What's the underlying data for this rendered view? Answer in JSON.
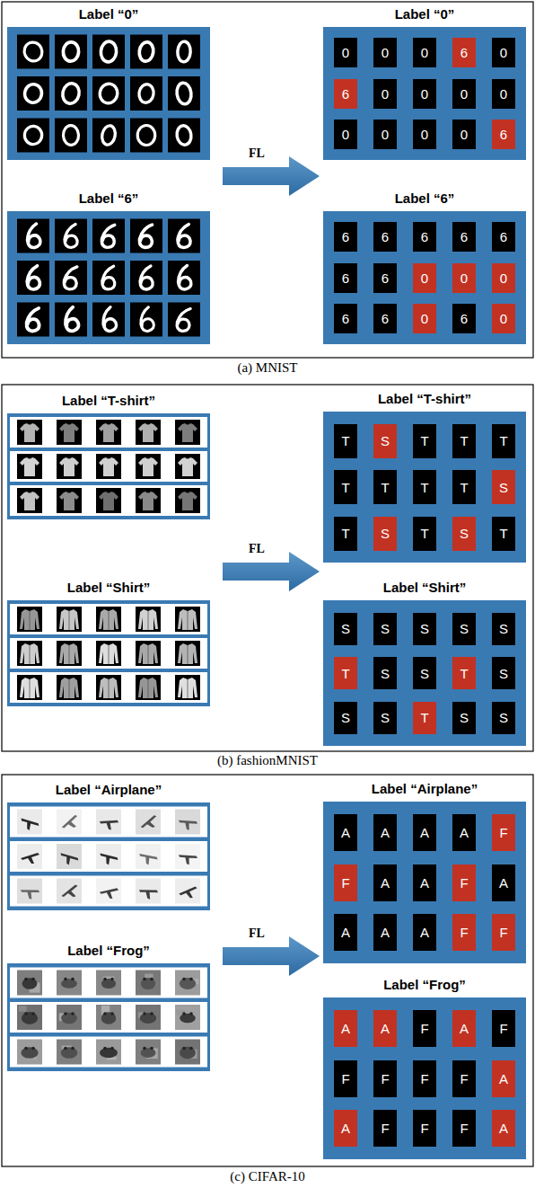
{
  "diagram": {
    "nodes": [
      {
        "text": [
          "Label “0”"
        ]
      },
      {
        "text": [
          "Label “0”"
        ]
      },
      {
        "text": [
          "0"
        ],
        "in": 1
      },
      {
        "text": [
          "0"
        ],
        "in": 1
      },
      {
        "text": [
          "0"
        ],
        "in": 1
      },
      {
        "text": [
          "6"
        ],
        "in": 1
      },
      {
        "text": [
          "0"
        ],
        "in": 1
      },
      {
        "text": [
          "6"
        ],
        "in": 1
      },
      {
        "text": [
          "0"
        ],
        "in": 1
      },
      {
        "text": [
          "0"
        ],
        "in": 1
      },
      {
        "text": [
          "0"
        ],
        "in": 1
      },
      {
        "text": [
          "0"
        ],
        "in": 1
      },
      {
        "text": [
          "0"
        ],
        "in": 1
      },
      {
        "text": [
          "0"
        ],
        "in": 1
      },
      {
        "text": [
          "0"
        ],
        "in": 1
      },
      {
        "text": [
          "0"
        ],
        "in": 1
      },
      {
        "text": [
          "6"
        ],
        "in": 1
      },
      {
        "text": [
          "Label “6”"
        ]
      },
      {
        "text": [
          "Label “6”"
        ]
      },
      {
        "text": [
          "6"
        ],
        "in": 18
      },
      {
        "text": [
          "6"
        ],
        "in": 18
      },
      {
        "text": [
          "6"
        ],
        "in": 18
      },
      {
        "text": [
          "6"
        ],
        "in": 18
      },
      {
        "text": [
          "6"
        ],
        "in": 18
      },
      {
        "text": [
          "6"
        ],
        "in": 18
      },
      {
        "text": [
          "6"
        ],
        "in": 18
      },
      {
        "text": [
          "0"
        ],
        "in": 18
      },
      {
        "text": [
          "0"
        ],
        "in": 18
      },
      {
        "text": [
          "0"
        ],
        "in": 18
      },
      {
        "text": [
          "6"
        ],
        "in": 18
      },
      {
        "text": [
          "6"
        ],
        "in": 18
      },
      {
        "text": [
          "0"
        ],
        "in": 18
      },
      {
        "text": [
          "6"
        ],
        "in": 18
      },
      {
        "text": [
          "0"
        ],
        "in": 18
      },
      {
        "text": [
          "Label “T-shirt”"
        ]
      },
      {
        "text": [
          "Label “T-shirt”"
        ]
      },
      {
        "text": [
          "T"
        ],
        "in": 35
      },
      {
        "text": [
          "S"
        ],
        "in": 35
      },
      {
        "text": [
          "T"
        ],
        "in": 35
      },
      {
        "text": [
          "T"
        ],
        "in": 35
      },
      {
        "text": [
          "T"
        ],
        "in": 35
      },
      {
        "text": [
          "T"
        ],
        "in": 35
      },
      {
        "text": [
          "T"
        ],
        "in": 35
      },
      {
        "text": [
          "T"
        ],
        "in": 35
      },
      {
        "text": [
          "T"
        ],
        "in": 35
      },
      {
        "text": [
          "S"
        ],
        "in": 35
      },
      {
        "text": [
          "T"
        ],
        "in": 35
      },
      {
        "text": [
          "S"
        ],
        "in": 35
      },
      {
        "text": [
          "T"
        ],
        "in": 35
      },
      {
        "text": [
          "S"
        ],
        "in": 35
      },
      {
        "text": [
          "T"
        ],
        "in": 35
      },
      {
        "text": [
          "Label “Shirt”"
        ]
      },
      {
        "text": [
          "Label “Shirt”"
        ]
      },
      {
        "text": [
          "S"
        ],
        "in": 52
      },
      {
        "text": [
          "S"
        ],
        "in": 52
      },
      {
        "text": [
          "S"
        ],
        "in": 52
      },
      {
        "text": [
          "S"
        ],
        "in": 52
      },
      {
        "text": [
          "S"
        ],
        "in": 52
      },
      {
        "text": [
          "T"
        ],
        "in": 52
      },
      {
        "text": [
          "S"
        ],
        "in": 52
      },
      {
        "text": [
          "S"
        ],
        "in": 52
      },
      {
        "text": [
          "T"
        ],
        "in": 52
      },
      {
        "text": [
          "S"
        ],
        "in": 52
      },
      {
        "text": [
          "S"
        ],
        "in": 52
      },
      {
        "text": [
          "S"
        ],
        "in": 52
      },
      {
        "text": [
          "T"
        ],
        "in": 52
      },
      {
        "text": [
          "S"
        ],
        "in": 52
      },
      {
        "text": [
          "S"
        ],
        "in": 52
      },
      {
        "text": [
          "Label “Airplane”"
        ]
      },
      {
        "text": [
          "Label “Airplane”"
        ]
      },
      {
        "text": [
          "A"
        ],
        "in": 69
      },
      {
        "text": [
          "A"
        ],
        "in": 69
      },
      {
        "text": [
          "A"
        ],
        "in": 69
      },
      {
        "text": [
          "A"
        ],
        "in": 69
      },
      {
        "text": [
          "F"
        ],
        "in": 69
      },
      {
        "text": [
          "F"
        ],
        "in": 69
      },
      {
        "text": [
          "A"
        ],
        "in": 69
      },
      {
        "text": [
          "A"
        ],
        "in": 69
      },
      {
        "text": [
          "F"
        ],
        "in": 69
      },
      {
        "text": [
          "A"
        ],
        "in": 69
      },
      {
        "text": [
          "A"
        ],
        "in": 69
      },
      {
        "text": [
          "A"
        ],
        "in": 69
      },
      {
        "text": [
          "A"
        ],
        "in": 69
      },
      {
        "text": [
          "F"
        ],
        "in": 69
      },
      {
        "text": [
          "F"
        ],
        "in": 69
      },
      {
        "text": [
          "Label “Frog”"
        ]
      },
      {
        "text": [
          "Label “Frog”"
        ]
      },
      {
        "text": [
          "A"
        ],
        "in": 86
      },
      {
        "text": [
          "A"
        ],
        "in": 86
      },
      {
        "text": [
          "F"
        ],
        "in": 86
      },
      {
        "text": [
          "A"
        ],
        "in": 86
      },
      {
        "text": [
          "F"
        ],
        "in": 86
      },
      {
        "text": [
          "F"
        ],
        "in": 86
      },
      {
        "text": [
          "F"
        ],
        "in": 86
      },
      {
        "text": [
          "F"
        ],
        "in": 86
      },
      {
        "text": [
          "F"
        ],
        "in": 86
      },
      {
        "text": [
          "A"
        ],
        "in": 86
      },
      {
        "text": [
          "A"
        ],
        "in": 86
      },
      {
        "text": [
          "F"
        ],
        "in": 86
      },
      {
        "text": [
          "F"
        ],
        "in": 86
      },
      {
        "text": [
          "F"
        ],
        "in": 86
      },
      {
        "text": [
          "A"
        ],
        "in": 86
      }
    ],
    "labels": [
      "FL",
      "(a) MNIST",
      "FL",
      "(b) fashionMNIST",
      "FL",
      "(c) CIFAR-10"
    ]
  }
}
